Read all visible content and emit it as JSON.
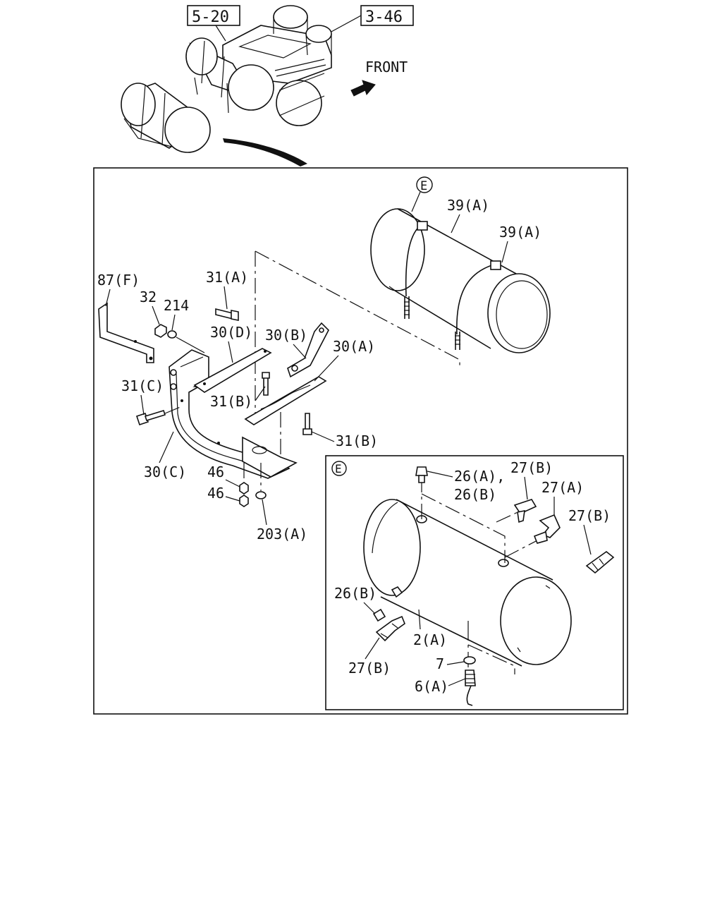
{
  "refs": {
    "ref_5_20": "5-20",
    "ref_3_46": "3-46",
    "front": "FRONT"
  },
  "views": {
    "detail_marker_top": "E",
    "detail_marker_inset": "E"
  },
  "callouts": {
    "c39a_1": "39(A)",
    "c39a_2": "39(A)",
    "c87f": "87(F)",
    "c31a": "31(A)",
    "c32": "32",
    "c214": "214",
    "c30d": "30(D)",
    "c30b": "30(B)",
    "c30a": "30(A)",
    "c31c": "31(C)",
    "c31b_1": "31(B)",
    "c31b_2": "31(B)",
    "c30c": "30(C)",
    "c46_1": "46",
    "c46_2": "46",
    "c203a": "203(A)",
    "c26a_comma": "26(A),",
    "c27b_1": "27(B)",
    "c26b_1": "26(B)",
    "c27a": "27(A)",
    "c27b_2": "27(B)",
    "c26b_2": "26(B)",
    "c2a": "2(A)",
    "c27b_3": "27(B)",
    "c7": "7",
    "c6a": "6(A)"
  }
}
